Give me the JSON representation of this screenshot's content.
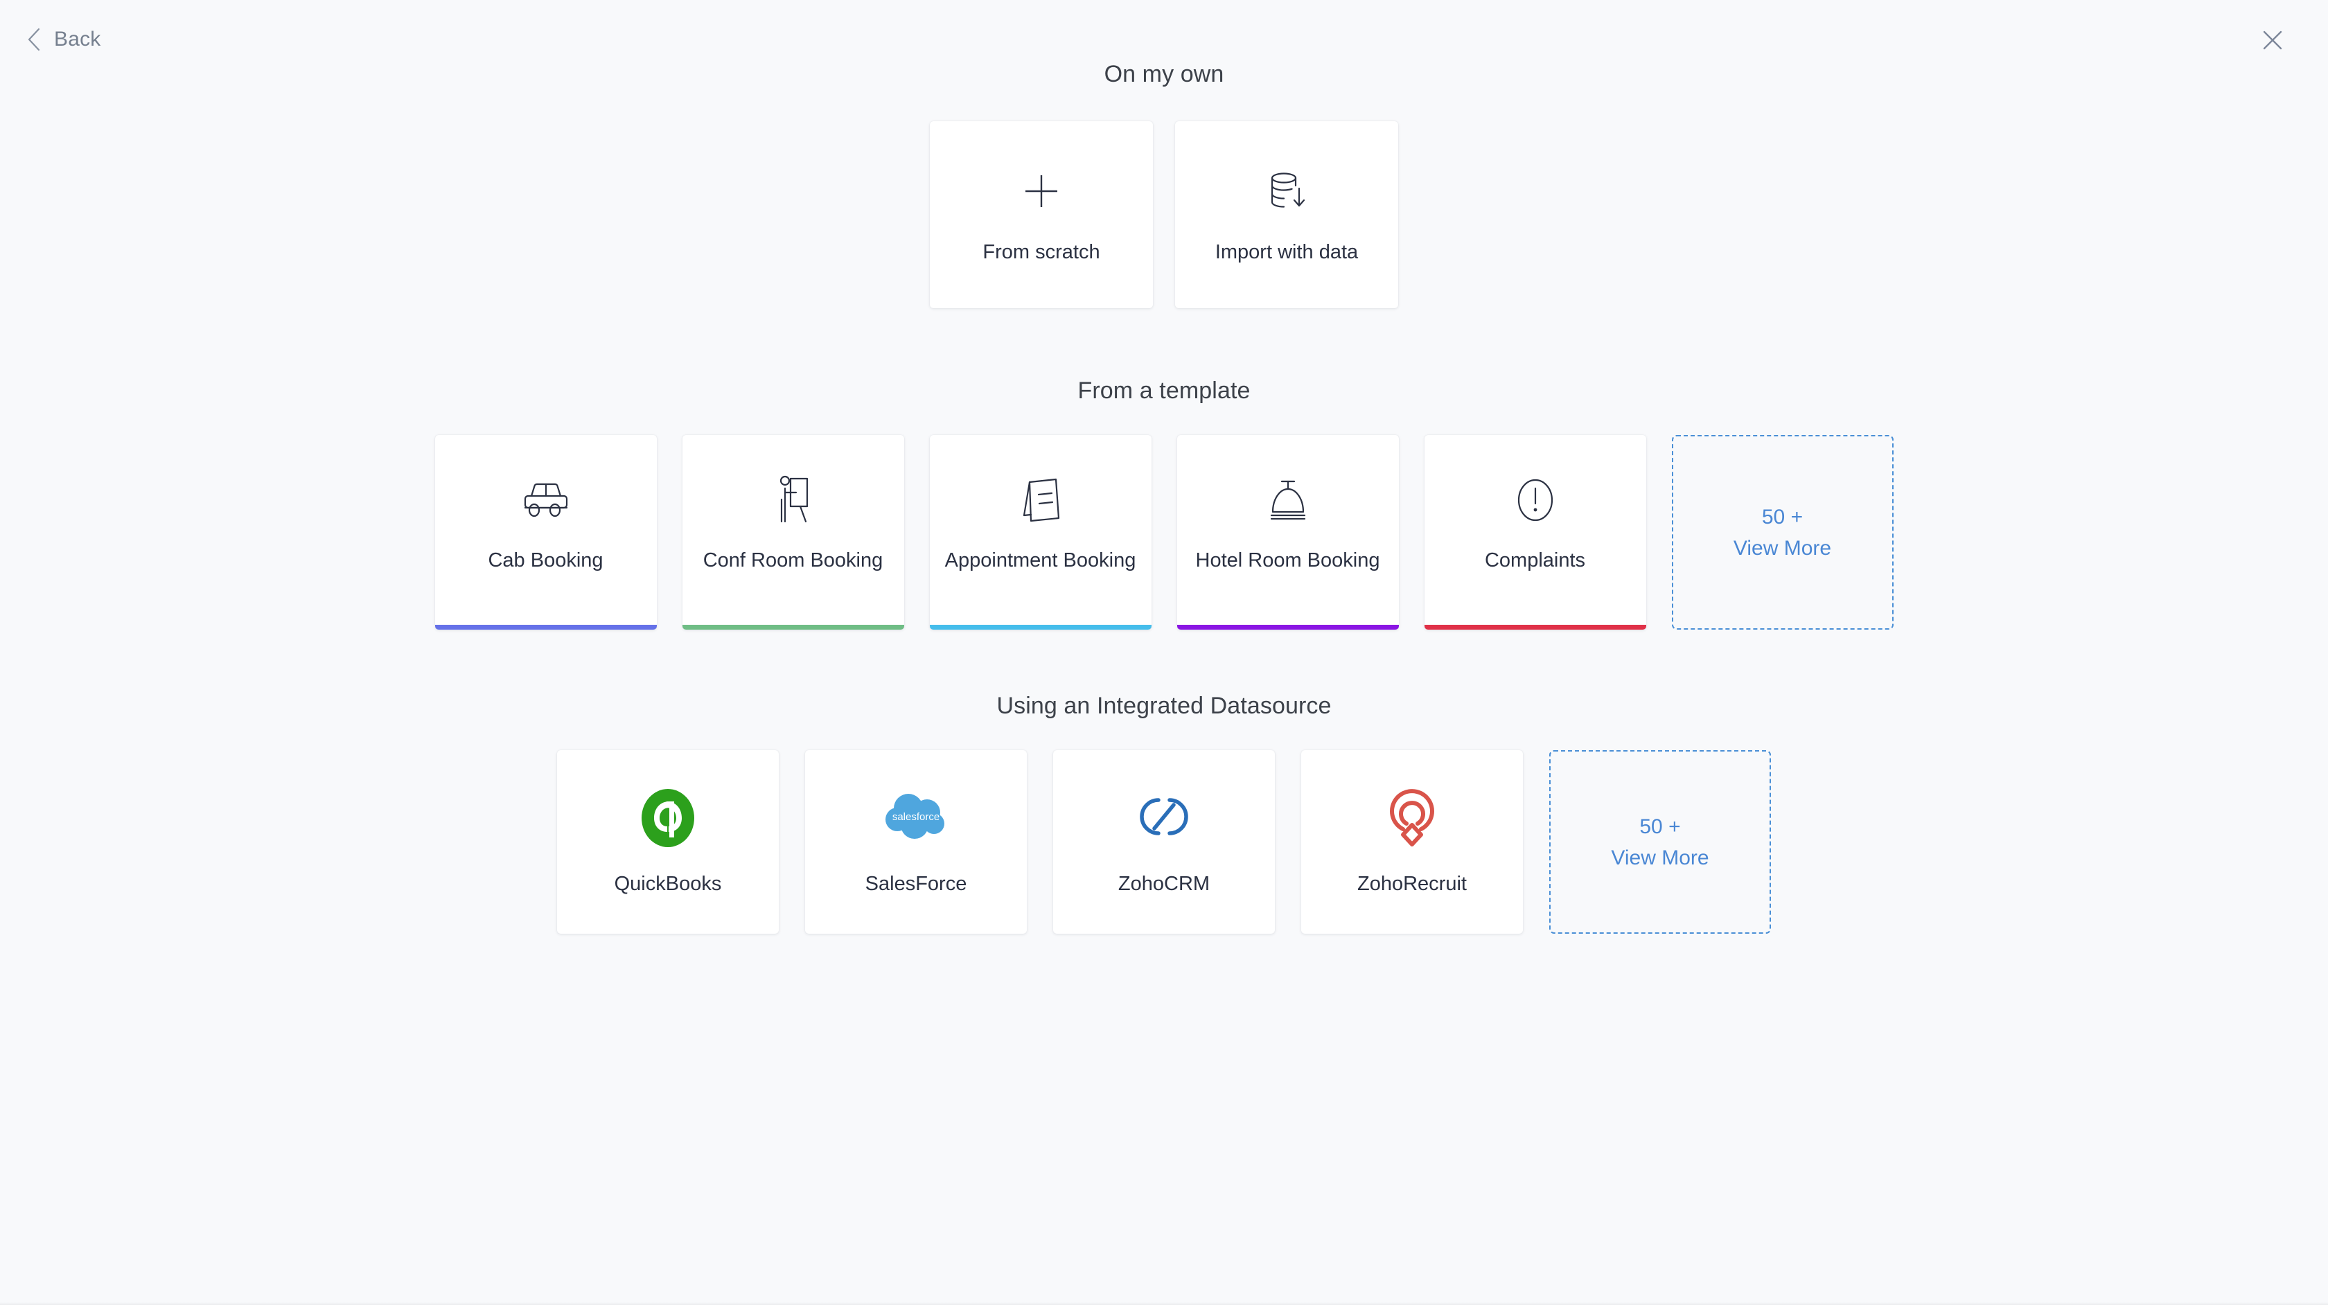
{
  "nav": {
    "back_label": "Back",
    "back_icon": "chevron-left-icon",
    "close_icon": "close-icon"
  },
  "sections": {
    "own": {
      "title": "On my own",
      "cards": [
        {
          "label": "From scratch",
          "icon": "plus-icon"
        },
        {
          "label": "Import with data",
          "icon": "database-import-icon"
        }
      ]
    },
    "template": {
      "title": "From a template",
      "cards": [
        {
          "label": "Cab Booking",
          "icon": "car-icon",
          "accent": "#6571e8"
        },
        {
          "label": "Conf Room Booking",
          "icon": "presentation-icon",
          "accent": "#6fbd85"
        },
        {
          "label": "Appointment Booking",
          "icon": "table-tent-icon",
          "accent": "#45bdeb"
        },
        {
          "label": "Hotel Room Booking",
          "icon": "service-bell-icon",
          "accent": "#8a15e3"
        },
        {
          "label": "Complaints",
          "icon": "alert-circle-icon",
          "accent": "#e03148"
        }
      ],
      "more": {
        "count": "50 +",
        "label": "View More"
      }
    },
    "datasource": {
      "title": "Using an Integrated Datasource",
      "cards": [
        {
          "label": "QuickBooks",
          "icon": "quickbooks-logo",
          "accent": "#2ca01c"
        },
        {
          "label": "SalesForce",
          "icon": "salesforce-logo",
          "accent": "#4fa6de"
        },
        {
          "label": "ZohoCRM",
          "icon": "zohocrm-logo",
          "accent": "#2a6eb8"
        },
        {
          "label": "ZohoRecruit",
          "icon": "zohorecruit-logo",
          "accent": "#d9544a"
        }
      ],
      "more": {
        "count": "50 +",
        "label": "View More"
      }
    }
  },
  "colors": {
    "background": "#f8f9fb",
    "card": "#ffffff",
    "heading_text": "#3c4149",
    "card_text": "#2b3142",
    "link_blue": "#4a87d4",
    "muted_text": "#76808f",
    "icon_stroke": "#2b3142"
  }
}
